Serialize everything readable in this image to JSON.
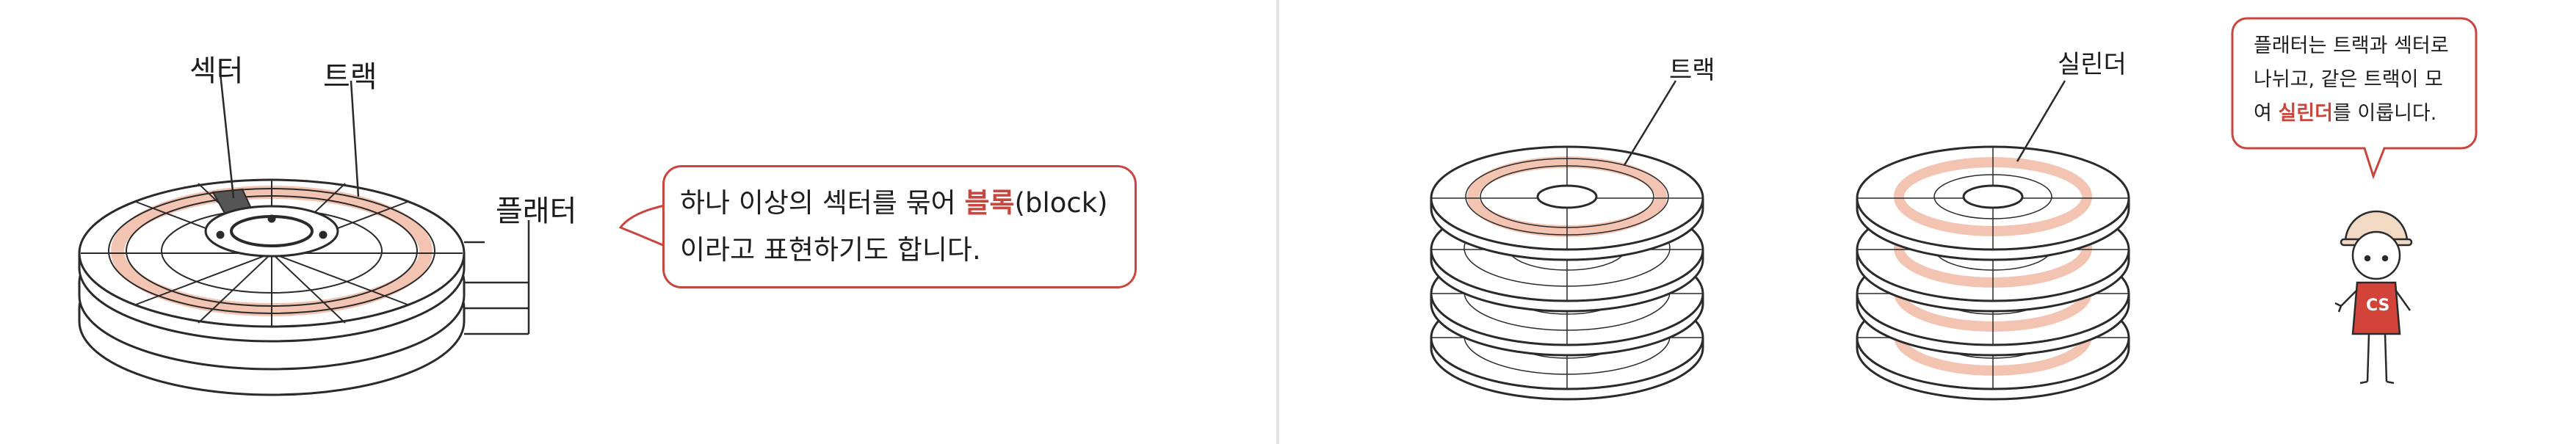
{
  "left_panel": {
    "labels": {
      "sector": "섹터",
      "track": "트랙",
      "platter": "플래터"
    },
    "bubble": {
      "line1_before": "하나 이상의 섹터를 묶어 ",
      "line1_accent": "블록",
      "line1_after": "(block)",
      "line2": "이라고 표현하기도 합니다."
    }
  },
  "right_panel": {
    "labels": {
      "track": "트랙",
      "cylinder": "실린더"
    },
    "bubble": {
      "line1": "플래터는 트랙과 섹터로",
      "line2": "나뉘고, 같은 트랙이 모",
      "line3_before": "여 ",
      "line3_accent": "실린더",
      "line3_after": "를 이룹니다."
    },
    "character_badge": "CS"
  },
  "colors": {
    "accent": "#c8463e",
    "track_fill": "#f4c4b2",
    "platter_line": "#2a2a2a"
  }
}
